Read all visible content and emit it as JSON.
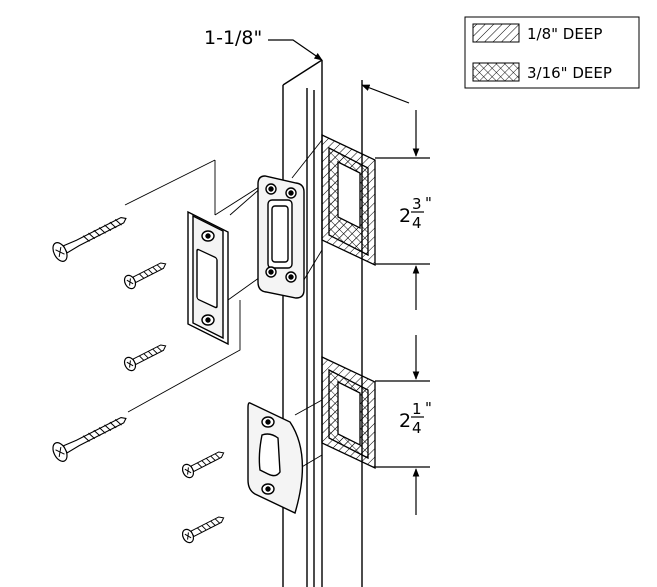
{
  "legend": {
    "items": [
      {
        "label": "1/8\" DEEP",
        "pattern": "diagonal-hatch"
      },
      {
        "label": "3/16\" DEEP",
        "pattern": "cross-hatch"
      }
    ]
  },
  "dimensions": {
    "door_edge_width": "1-1/8\"",
    "upper_mortise": {
      "whole": "2",
      "numerator": "3",
      "denominator": "4",
      "unit": "\""
    },
    "lower_mortise": {
      "whole": "2",
      "numerator": "1",
      "denominator": "4",
      "unit": "\""
    }
  },
  "colors": {
    "line": "#000000",
    "background": "#ffffff",
    "fill_light": "#f4f4f4"
  }
}
